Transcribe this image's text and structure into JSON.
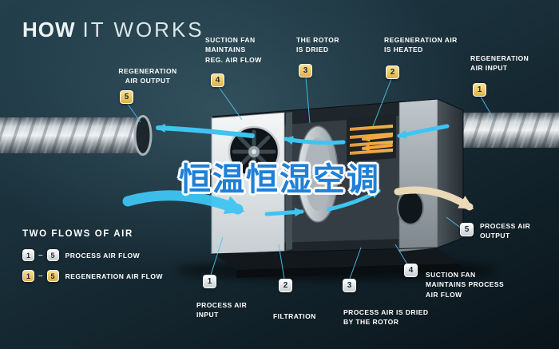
{
  "title": {
    "bold": "HOW",
    "light": "IT WORKS"
  },
  "watermark": "恒温恒湿空调",
  "colors": {
    "accent_cyan": "#3fc4f2",
    "heater_orange": "#f2a63c",
    "badge_regeneration": "#eec257",
    "badge_process": "#ffffff",
    "watermark_blue": "#1e80d8",
    "background_dark": "#12242d"
  },
  "callouts": {
    "regen_output": {
      "badge": "5",
      "lines": [
        "REGENERATION",
        "AIR OUTPUT"
      ]
    },
    "suction_fan_regen": {
      "badge": "4",
      "lines": [
        "SUCTION FAN",
        "MAINTAINS",
        "REG. AIR FLOW"
      ]
    },
    "rotor_dried": {
      "badge": "3",
      "lines": [
        "THE ROTOR",
        "IS DRIED"
      ]
    },
    "regen_heated": {
      "badge": "2",
      "lines": [
        "REGENERATION AIR",
        "IS HEATED"
      ]
    },
    "regen_input": {
      "badge": "1",
      "lines": [
        "REGENERATION",
        "AIR INPUT"
      ]
    },
    "process_output": {
      "badge": "5",
      "lines": [
        "PROCESS AIR",
        "OUTPUT"
      ]
    },
    "suction_fan_process": {
      "badge": "4",
      "lines": [
        "SUCTION FAN",
        "MAINTAINS PROCESS",
        "AIR FLOW"
      ]
    },
    "process_dried": {
      "badge": "3",
      "lines": [
        "PROCESS AIR IS DRIED",
        "BY THE ROTOR"
      ]
    },
    "filtration": {
      "badge": "2",
      "lines": [
        "FILTRATION"
      ]
    },
    "process_input": {
      "badge": "1",
      "lines": [
        "PROCESS AIR",
        "INPUT"
      ]
    }
  },
  "legend": {
    "title": "TWO FLOWS OF AIR",
    "range_separator": "–",
    "rows": [
      {
        "from": "1",
        "to": "5",
        "label": "PROCESS AIR FLOW",
        "type": "process"
      },
      {
        "from": "1",
        "to": "5",
        "label": "REGENERATION AIR FLOW",
        "type": "regeneration"
      }
    ]
  }
}
